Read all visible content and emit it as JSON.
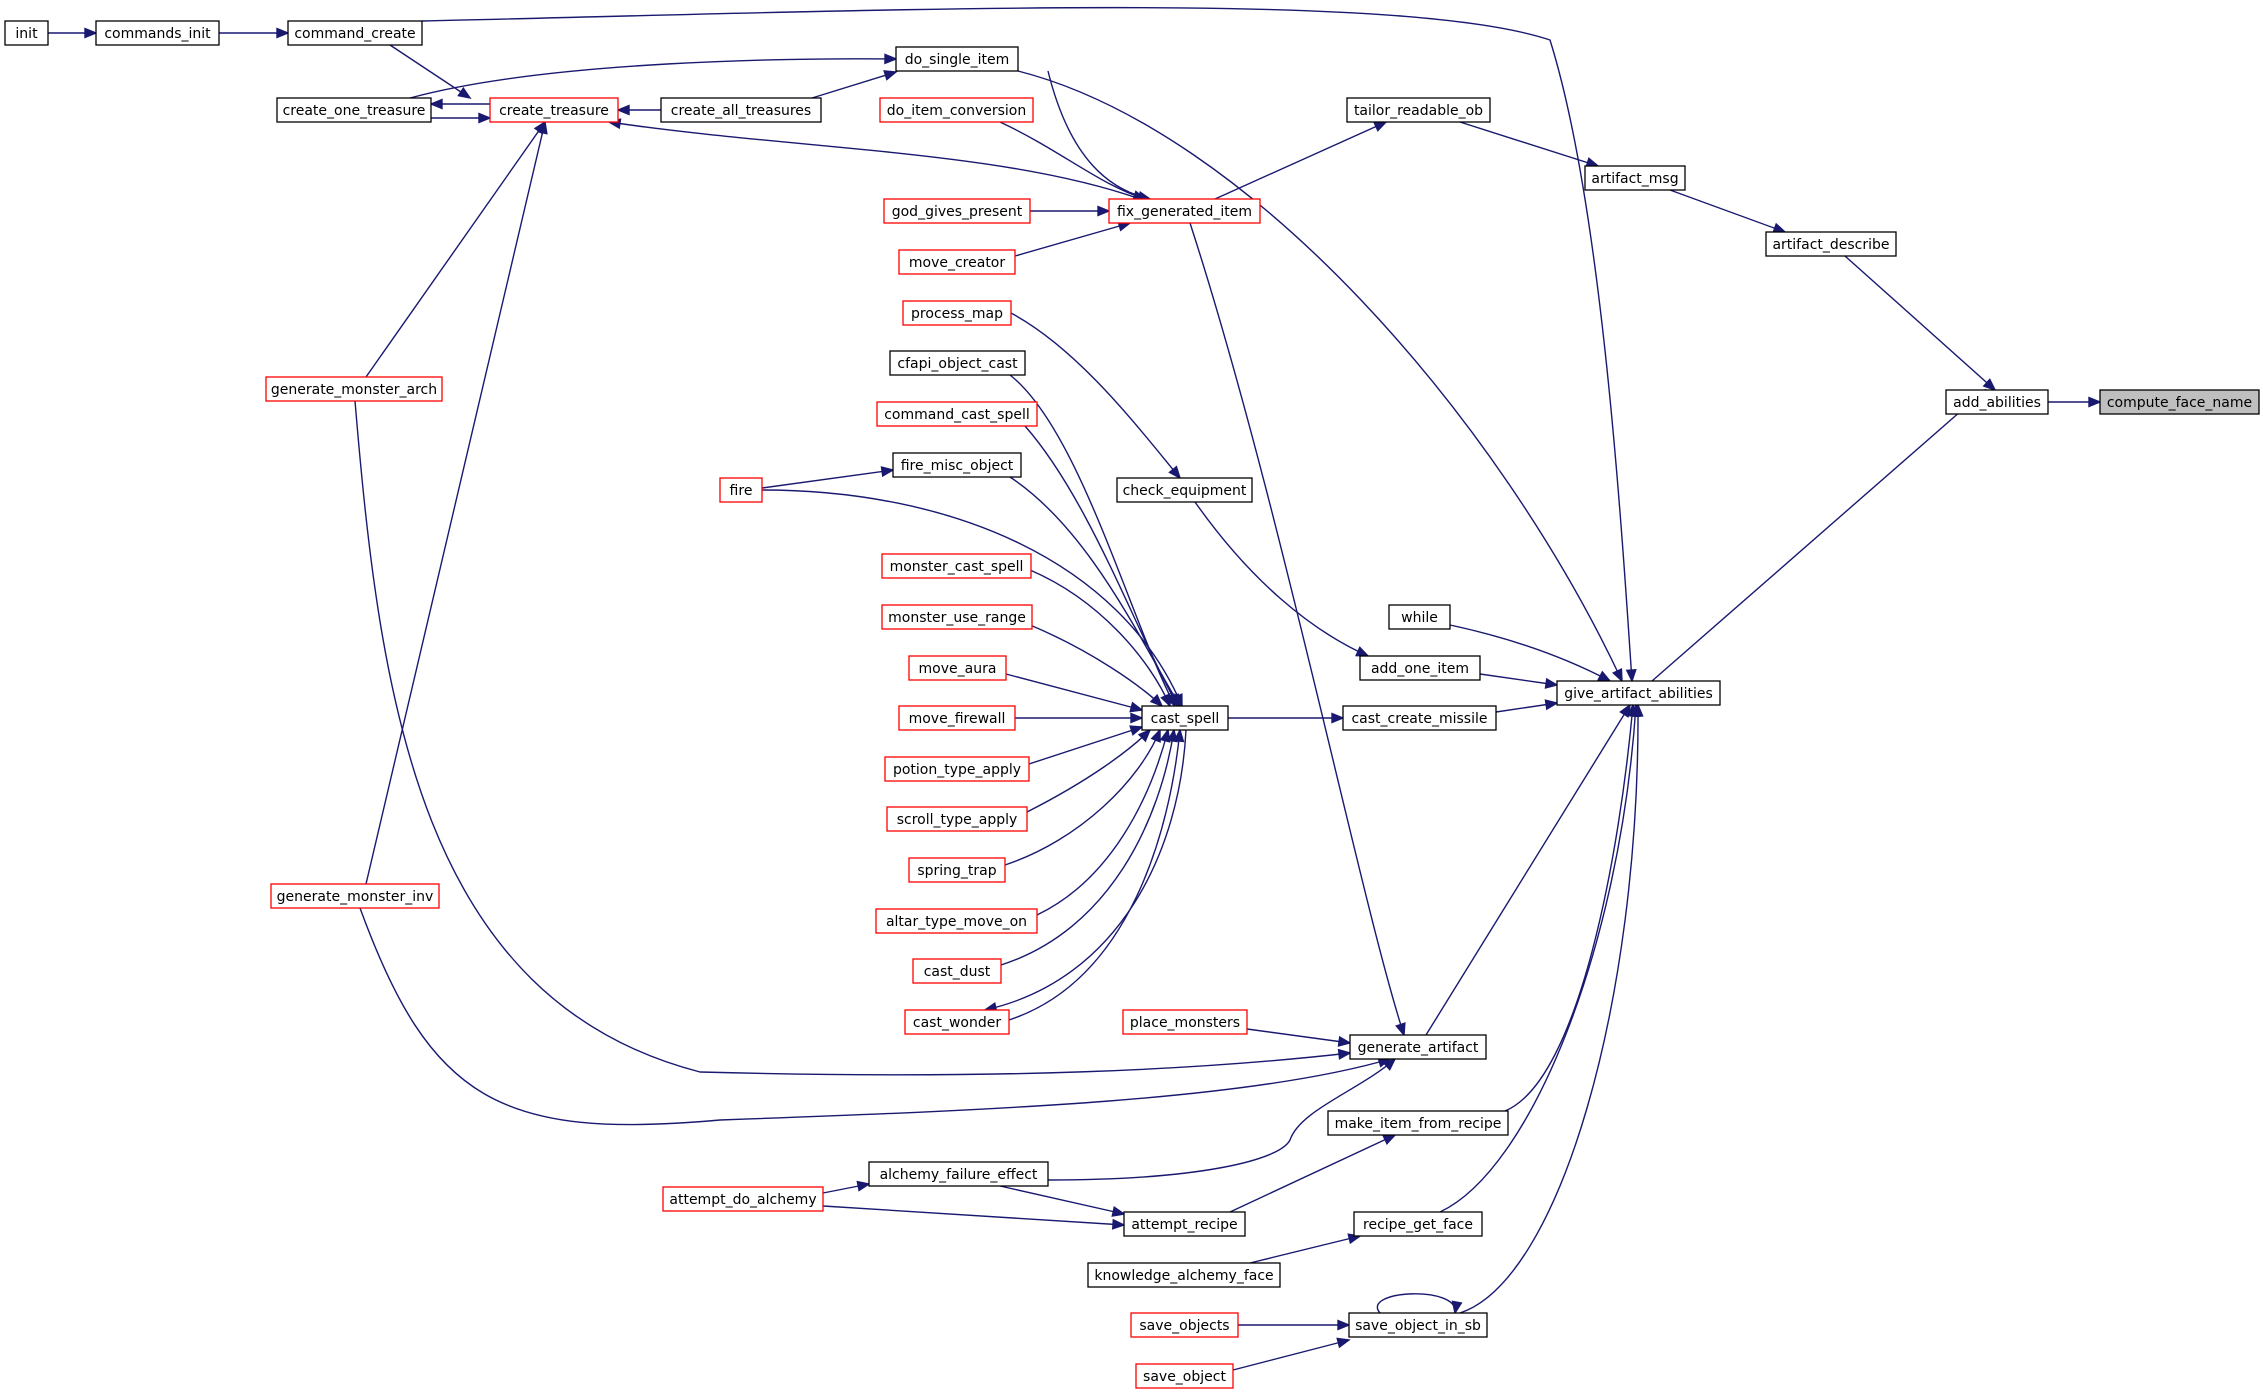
{
  "colors": {
    "edge": "#191970",
    "node_border_normal": "#000000",
    "node_border_truncated": "#ff0000",
    "node_fill": "#ffffff",
    "focus_fill": "#bfbfbf"
  },
  "graph": {
    "focus": "compute_face_name",
    "nodes": [
      {
        "id": "compute_face_name",
        "label": "compute_face_name",
        "style": "focus"
      },
      {
        "id": "add_abilities",
        "label": "add_abilities",
        "style": "normal"
      },
      {
        "id": "artifact_describe",
        "label": "artifact_describe",
        "style": "normal"
      },
      {
        "id": "artifact_msg",
        "label": "artifact_msg",
        "style": "normal"
      },
      {
        "id": "tailor_readable_ob",
        "label": "tailor_readable_ob",
        "style": "normal"
      },
      {
        "id": "give_artifact_abilities",
        "label": "give_artifact_abilities",
        "style": "normal"
      },
      {
        "id": "fix_generated_item",
        "label": "fix_generated_item",
        "style": "truncated"
      },
      {
        "id": "do_single_item",
        "label": "do_single_item",
        "style": "normal"
      },
      {
        "id": "do_item_conversion",
        "label": "do_item_conversion",
        "style": "truncated"
      },
      {
        "id": "god_gives_present",
        "label": "god_gives_present",
        "style": "truncated"
      },
      {
        "id": "move_creator",
        "label": "move_creator",
        "style": "truncated"
      },
      {
        "id": "create_treasure",
        "label": "create_treasure",
        "style": "truncated"
      },
      {
        "id": "create_all_treasures",
        "label": "create_all_treasures",
        "style": "normal"
      },
      {
        "id": "create_one_treasure",
        "label": "create_one_treasure",
        "style": "normal"
      },
      {
        "id": "command_create",
        "label": "command_create",
        "style": "normal"
      },
      {
        "id": "commands_init",
        "label": "commands_init",
        "style": "normal"
      },
      {
        "id": "init",
        "label": "init",
        "style": "normal"
      },
      {
        "id": "generate_monster_arch",
        "label": "generate_monster_arch",
        "style": "truncated"
      },
      {
        "id": "generate_monster_inv",
        "label": "generate_monster_inv",
        "style": "truncated"
      },
      {
        "id": "process_map",
        "label": "process_map",
        "style": "truncated"
      },
      {
        "id": "cfapi_object_cast",
        "label": "cfapi_object_cast",
        "style": "normal"
      },
      {
        "id": "command_cast_spell",
        "label": "command_cast_spell",
        "style": "truncated"
      },
      {
        "id": "fire_misc_object",
        "label": "fire_misc_object",
        "style": "normal"
      },
      {
        "id": "fire",
        "label": "fire",
        "style": "truncated"
      },
      {
        "id": "check_equipment",
        "label": "check_equipment",
        "style": "normal"
      },
      {
        "id": "monster_cast_spell",
        "label": "monster_cast_spell",
        "style": "truncated"
      },
      {
        "id": "monster_use_range",
        "label": "monster_use_range",
        "style": "truncated"
      },
      {
        "id": "move_aura",
        "label": "move_aura",
        "style": "truncated"
      },
      {
        "id": "move_firewall",
        "label": "move_firewall",
        "style": "truncated"
      },
      {
        "id": "potion_type_apply",
        "label": "potion_type_apply",
        "style": "truncated"
      },
      {
        "id": "scroll_type_apply",
        "label": "scroll_type_apply",
        "style": "truncated"
      },
      {
        "id": "spring_trap",
        "label": "spring_trap",
        "style": "truncated"
      },
      {
        "id": "altar_type_move_on",
        "label": "altar_type_move_on",
        "style": "truncated"
      },
      {
        "id": "cast_dust",
        "label": "cast_dust",
        "style": "truncated"
      },
      {
        "id": "cast_wonder",
        "label": "cast_wonder",
        "style": "truncated"
      },
      {
        "id": "cast_spell",
        "label": "cast_spell",
        "style": "normal"
      },
      {
        "id": "while",
        "label": "while",
        "style": "normal"
      },
      {
        "id": "add_one_item",
        "label": "add_one_item",
        "style": "normal"
      },
      {
        "id": "cast_create_missile",
        "label": "cast_create_missile",
        "style": "normal"
      },
      {
        "id": "place_monsters",
        "label": "place_monsters",
        "style": "truncated"
      },
      {
        "id": "generate_artifact",
        "label": "generate_artifact",
        "style": "normal"
      },
      {
        "id": "make_item_from_recipe",
        "label": "make_item_from_recipe",
        "style": "normal"
      },
      {
        "id": "alchemy_failure_effect",
        "label": "alchemy_failure_effect",
        "style": "normal"
      },
      {
        "id": "attempt_do_alchemy",
        "label": "attempt_do_alchemy",
        "style": "truncated"
      },
      {
        "id": "attempt_recipe",
        "label": "attempt_recipe",
        "style": "normal"
      },
      {
        "id": "recipe_get_face",
        "label": "recipe_get_face",
        "style": "normal"
      },
      {
        "id": "knowledge_alchemy_face",
        "label": "knowledge_alchemy_face",
        "style": "normal"
      },
      {
        "id": "save_objects",
        "label": "save_objects",
        "style": "truncated"
      },
      {
        "id": "save_object_in_sb",
        "label": "save_object_in_sb",
        "style": "normal"
      },
      {
        "id": "save_object",
        "label": "save_object",
        "style": "truncated"
      }
    ],
    "edges": [
      {
        "id": "add_abilities->compute_face_name"
      },
      {
        "id": "artifact_describe->add_abilities"
      },
      {
        "id": "give_artifact_abilities->add_abilities"
      },
      {
        "id": "artifact_msg->artifact_describe"
      },
      {
        "id": "tailor_readable_ob->artifact_msg"
      },
      {
        "id": "fix_generated_item->tailor_readable_ob"
      },
      {
        "id": "do_single_item->fix_generated_item"
      },
      {
        "id": "do_item_conversion->fix_generated_item"
      },
      {
        "id": "god_gives_present->fix_generated_item"
      },
      {
        "id": "move_creator->fix_generated_item"
      },
      {
        "id": "create_treasure->fix_generated_item"
      },
      {
        "id": "fix_generated_item->create_treasure"
      },
      {
        "id": "create_all_treasures->do_single_item"
      },
      {
        "id": "create_one_treasure->do_single_item"
      },
      {
        "id": "create_all_treasures->create_treasure"
      },
      {
        "id": "create_one_treasure->create_treasure"
      },
      {
        "id": "create_treasure->create_one_treasure"
      },
      {
        "id": "command_create->create_treasure"
      },
      {
        "id": "commands_init->command_create"
      },
      {
        "id": "init->commands_init"
      },
      {
        "id": "generate_monster_arch->create_treasure"
      },
      {
        "id": "generate_monster_inv->create_treasure"
      },
      {
        "id": "command_create->give_artifact_abilities"
      },
      {
        "id": "do_single_item->give_artifact_abilities"
      },
      {
        "id": "fix_generated_item->generate_artifact"
      },
      {
        "id": "process_map->check_equipment"
      },
      {
        "id": "check_equipment->add_one_item"
      },
      {
        "id": "cfapi_object_cast->cast_spell"
      },
      {
        "id": "command_cast_spell->cast_spell"
      },
      {
        "id": "fire_misc_object->cast_spell"
      },
      {
        "id": "fire->fire_misc_object"
      },
      {
        "id": "fire->cast_spell"
      },
      {
        "id": "monster_cast_spell->cast_spell"
      },
      {
        "id": "monster_use_range->cast_spell"
      },
      {
        "id": "move_aura->cast_spell"
      },
      {
        "id": "move_firewall->cast_spell"
      },
      {
        "id": "potion_type_apply->cast_spell"
      },
      {
        "id": "scroll_type_apply->cast_spell"
      },
      {
        "id": "spring_trap->cast_spell"
      },
      {
        "id": "altar_type_move_on->cast_spell"
      },
      {
        "id": "cast_dust->cast_spell"
      },
      {
        "id": "cast_wonder->cast_spell"
      },
      {
        "id": "cast_spell->cast_wonder"
      },
      {
        "id": "cast_spell->cast_create_missile"
      },
      {
        "id": "while->give_artifact_abilities"
      },
      {
        "id": "add_one_item->give_artifact_abilities"
      },
      {
        "id": "cast_create_missile->give_artifact_abilities"
      },
      {
        "id": "generate_artifact->give_artifact_abilities"
      },
      {
        "id": "make_item_from_recipe->give_artifact_abilities"
      },
      {
        "id": "recipe_get_face->give_artifact_abilities"
      },
      {
        "id": "save_object_in_sb->give_artifact_abilities"
      },
      {
        "id": "place_monsters->generate_artifact"
      },
      {
        "id": "generate_monster_arch->generate_artifact"
      },
      {
        "id": "generate_monster_inv->generate_artifact"
      },
      {
        "id": "alchemy_failure_effect->generate_artifact"
      },
      {
        "id": "attempt_recipe->make_item_from_recipe"
      },
      {
        "id": "attempt_do_alchemy->alchemy_failure_effect"
      },
      {
        "id": "alchemy_failure_effect->attempt_recipe"
      },
      {
        "id": "attempt_do_alchemy->attempt_recipe"
      },
      {
        "id": "knowledge_alchemy_face->recipe_get_face"
      },
      {
        "id": "save_objects->save_object_in_sb"
      },
      {
        "id": "save_object->save_object_in_sb"
      },
      {
        "id": "save_object_in_sb->save_object_in_sb"
      }
    ]
  }
}
